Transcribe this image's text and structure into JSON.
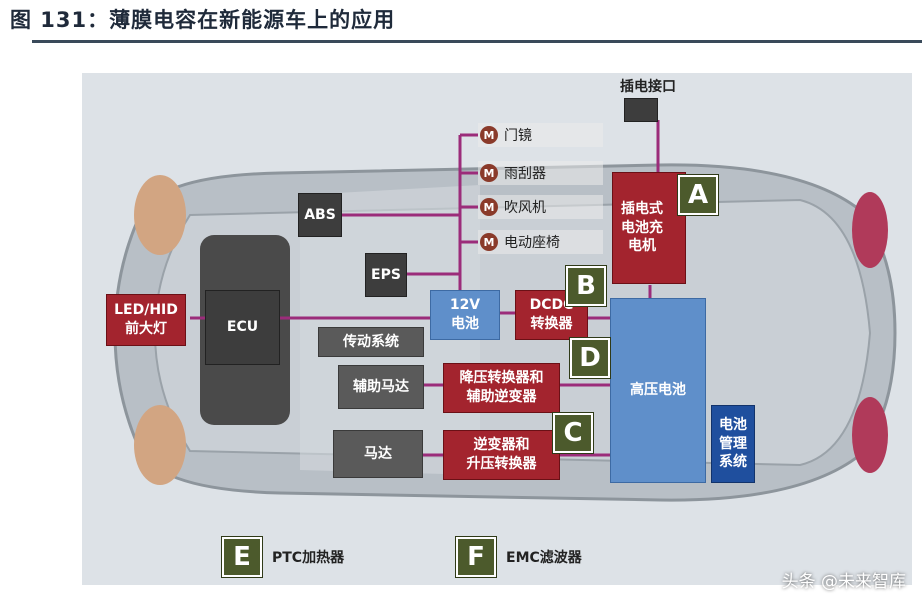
{
  "title": "图 131：薄膜电容在新能源车上的应用",
  "charging_port": "插电接口",
  "components": {
    "abs": "ABS",
    "eps": "EPS",
    "ecu": "ECU",
    "headlight": "LED/HID\n前大灯",
    "drivetrain": "传动系统",
    "aux_motor": "辅助马达",
    "motor": "马达",
    "battery_12v": "12V\n电池",
    "dcdc": "DCDC\n转换器",
    "buck_aux_inverter": "降压转换器和\n辅助逆变器",
    "inverter_boost": "逆变器和\n升压转换器",
    "plugin_charger": "插电式\n电池充\n电机",
    "hv_battery": "高压电池",
    "bms": "电池\n管理\n系统"
  },
  "motors": [
    {
      "icon": "M",
      "label": "门镜"
    },
    {
      "icon": "M",
      "label": "雨刮器"
    },
    {
      "icon": "M",
      "label": "吹风机"
    },
    {
      "icon": "M",
      "label": "电动座椅"
    }
  ],
  "tags": {
    "a": "A",
    "b": "B",
    "c": "C",
    "d": "D",
    "e": "E",
    "f": "F"
  },
  "legend": {
    "e_label": "PTC加热器",
    "f_label": "EMC滤波器"
  },
  "watermark": "头条 @未来智库"
}
